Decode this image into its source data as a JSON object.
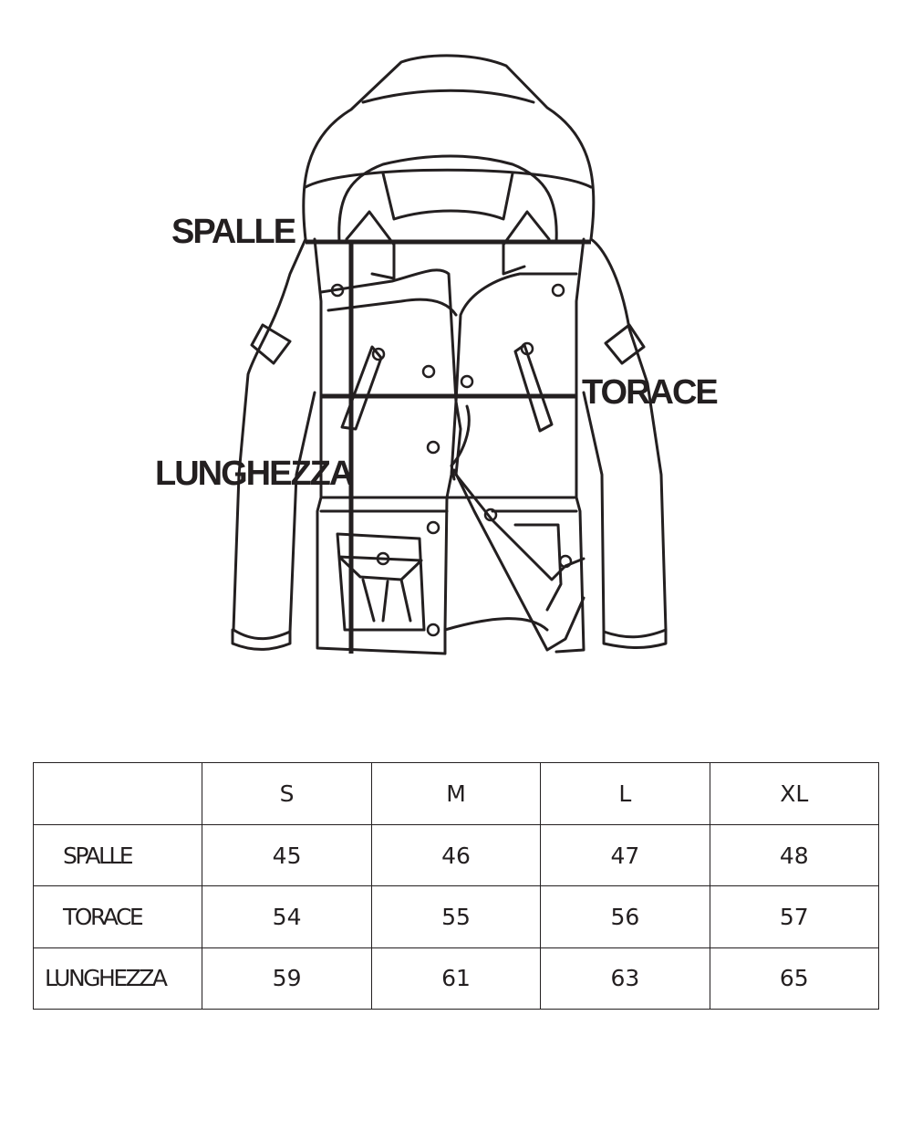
{
  "diagram": {
    "labels": {
      "shoulders": "SPALLE",
      "chest": "TORACE",
      "length": "LUNGHEZZA"
    }
  },
  "size_table": {
    "headers": [
      "",
      "S",
      "M",
      "L",
      "XL"
    ],
    "rows": [
      {
        "label": "SPALLE",
        "values": [
          "45",
          "46",
          "47",
          "48"
        ]
      },
      {
        "label": "TORACE",
        "values": [
          "54",
          "55",
          "56",
          "57"
        ]
      },
      {
        "label": "LUNGHEZZA",
        "values": [
          "59",
          "61",
          "63",
          "65"
        ]
      }
    ]
  }
}
